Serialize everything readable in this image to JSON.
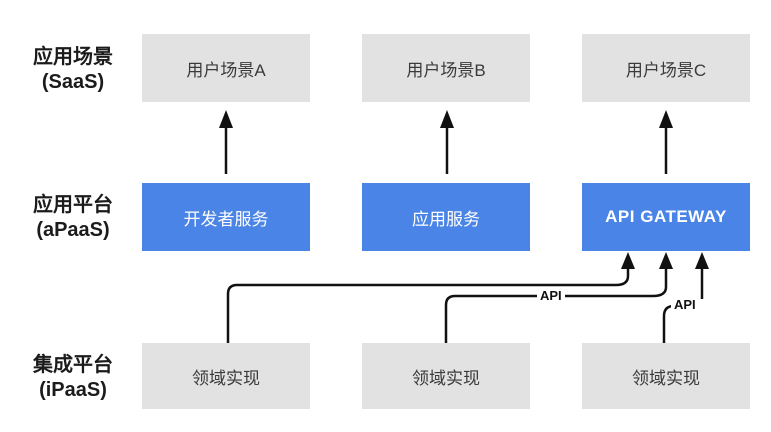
{
  "diagram": {
    "rows": [
      {
        "id": "saas",
        "label_line1": "应用场景",
        "label_line2": "(SaaS)",
        "boxes": [
          {
            "label": "用户场景A"
          },
          {
            "label": "用户场景B"
          },
          {
            "label": "用户场景C"
          }
        ]
      },
      {
        "id": "apaas",
        "label_line1": "应用平台",
        "label_line2": "(aPaaS)",
        "boxes": [
          {
            "label": "开发者服务"
          },
          {
            "label": "应用服务"
          },
          {
            "label": "API GATEWAY"
          }
        ]
      },
      {
        "id": "ipaas",
        "label_line1": "集成平台",
        "label_line2": "(iPaaS)",
        "boxes": [
          {
            "label": "领域实现"
          },
          {
            "label": "领域实现"
          },
          {
            "label": "领域实现"
          }
        ]
      }
    ],
    "connector_labels": [
      {
        "text": "API"
      },
      {
        "text": "API"
      }
    ],
    "colors": {
      "accent_blue": "#4a84e6",
      "box_gray": "#e2e2e2",
      "line_black": "#111111",
      "gray_box_text": "#3a3a3a",
      "blue_box_text": "#ffffff"
    }
  }
}
